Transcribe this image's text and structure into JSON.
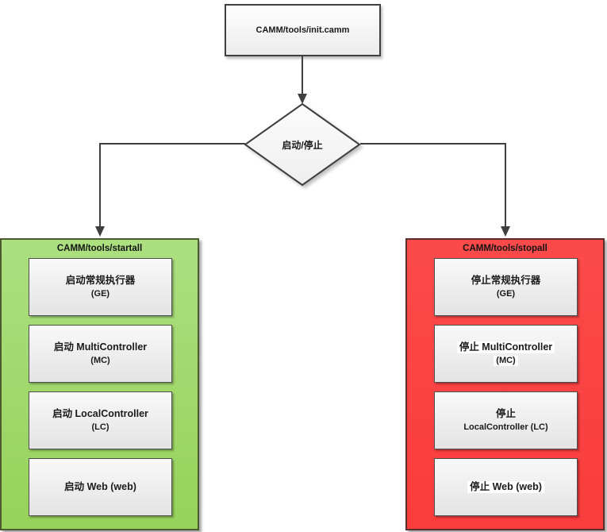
{
  "diagram": {
    "colors": {
      "start_fill": "#9ed566",
      "stop_fill": "#fb4343",
      "line": "#3f3f3f"
    },
    "init_box": {
      "label": "CAMM/tools/init.camm"
    },
    "decision": {
      "label": "启动/停止"
    },
    "start_branch": {
      "title": "CAMM/tools/startall",
      "steps": [
        {
          "line1": "启动常规执行器",
          "line2": "(GE)"
        },
        {
          "line1": "启动 MultiController",
          "line2": "(MC)"
        },
        {
          "line1": "启动 LocalController",
          "line2": "(LC)"
        },
        {
          "line1": "启动 Web (web)",
          "line2": ""
        }
      ]
    },
    "stop_branch": {
      "title": "CAMM/tools/stopall",
      "steps": [
        {
          "line1": "停止常规执行器",
          "line2": "(GE)"
        },
        {
          "line1": "停止 MultiController",
          "line2": "(MC)"
        },
        {
          "line1": "停止",
          "line2": "LocalController (LC)"
        },
        {
          "line1": "停止 Web (web)",
          "line2": ""
        }
      ]
    }
  }
}
